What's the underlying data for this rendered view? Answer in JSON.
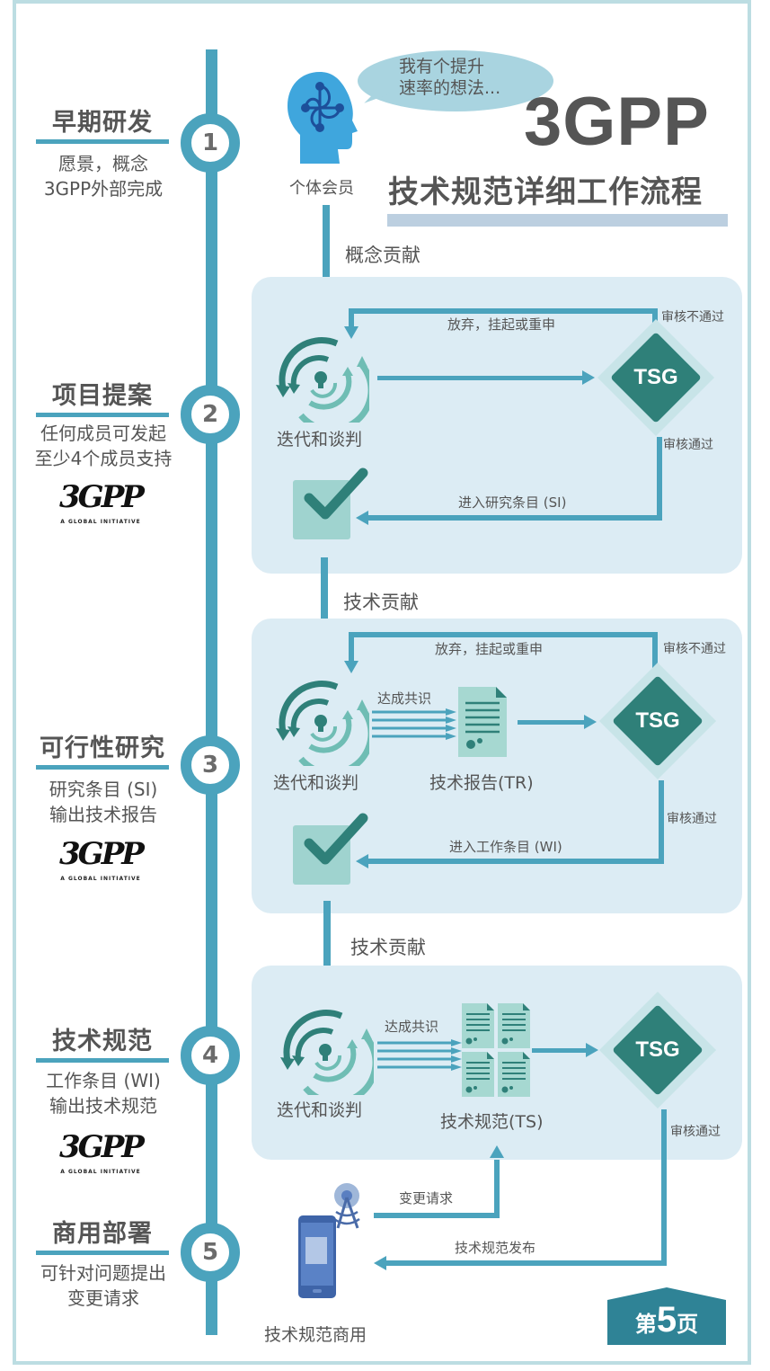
{
  "title": {
    "main": "3GPP",
    "subtitle": "技术规范详细工作流程"
  },
  "speech_bubble": {
    "line1": "我有个提升",
    "line2": "速率的想法..."
  },
  "individual_member": {
    "label": "个体会员",
    "icon": "head-network-icon"
  },
  "stages": [
    {
      "number": "1",
      "title": "早期研发",
      "desc_line1": "愿景，概念",
      "desc_line2": "3GPP外部完成",
      "logo": false
    },
    {
      "number": "2",
      "title": "项目提案",
      "desc_line1": "任何成员可发起",
      "desc_line2": "至少4个成员支持",
      "logo": true
    },
    {
      "number": "3",
      "title": "可行性研究",
      "desc_line1": "研究条目 (SI)",
      "desc_line2": "输出技术报告",
      "logo": true
    },
    {
      "number": "4",
      "title": "技术规范",
      "desc_line1": "工作条目 (WI)",
      "desc_line2": "输出技术规范",
      "logo": true
    },
    {
      "number": "5",
      "title": "商用部署",
      "desc_line1": "可针对问题提出",
      "desc_line2": "变更请求",
      "logo": false
    }
  ],
  "logo": {
    "mark": "3GPP",
    "tagline": "A GLOBAL INITIATIVE"
  },
  "flow": {
    "concept_contribution": "概念贡献",
    "tech_contribution_1": "技术贡献",
    "tech_contribution_2": "技术贡献",
    "panel1": {
      "cycle_label": "迭代和谈判",
      "reject_path": "放弃，挂起或重申",
      "review_fail": "审核不通过",
      "review_pass": "审核通过",
      "enter": "进入研究条目 (SI)",
      "tsg": "TSG"
    },
    "panel2": {
      "cycle_label": "迭代和谈判",
      "consensus": "达成共识",
      "doc_label": "技术报告(TR)",
      "reject_path": "放弃，挂起或重申",
      "review_fail": "审核不通过",
      "review_pass": "审核通过",
      "enter": "进入工作条目 (WI)",
      "tsg": "TSG"
    },
    "panel3": {
      "cycle_label": "迭代和谈判",
      "consensus": "达成共识",
      "doc_label": "技术规范(TS)",
      "review_pass": "审核通过",
      "tsg": "TSG"
    },
    "deployment": {
      "change_request": "变更请求",
      "publish": "技术规范发布",
      "commercial": "技术规范商用"
    }
  },
  "page_badge": {
    "prefix": "第",
    "number": "5",
    "suffix": "页"
  },
  "colors": {
    "timeline": "#4ba3bd",
    "panel_bg": "#dcecf4",
    "tsg": "#2f8079",
    "check_box": "#9fd3cf",
    "text": "#555555",
    "badge": "#2f8396"
  }
}
